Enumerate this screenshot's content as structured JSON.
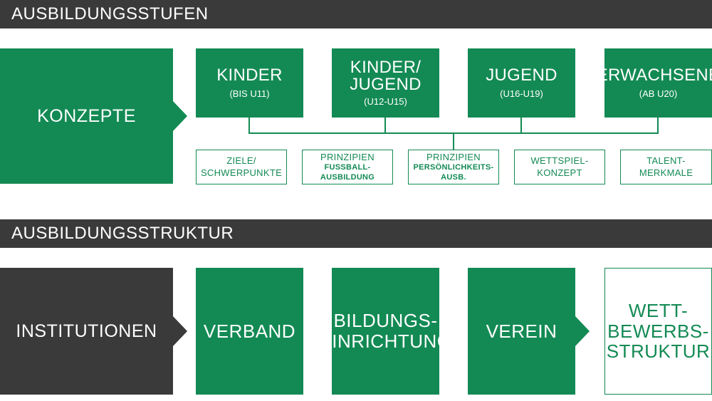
{
  "section1": {
    "header": "AUSBILDUNGSSTUFEN",
    "main_block": "KONZEPTE",
    "stages": [
      {
        "title": "KINDER",
        "sub": "(BIS U11)"
      },
      {
        "title": "KINDER/\nJUGEND",
        "sub": "(U12-U15)"
      },
      {
        "title": "JUGEND",
        "sub": "(U16-U19)"
      },
      {
        "title": "ERWACHSENE",
        "sub": "(AB U20)"
      }
    ],
    "concepts": [
      {
        "line1": "ZIELE/",
        "line2": "SCHWERPUNKTE"
      },
      {
        "line1": "PRINZIPIEN",
        "line2": "FUSSBALL-AUSBILDUNG"
      },
      {
        "line1": "PRINZIPIEN",
        "line2": "PERSÖNLICHKEITS-AUSB."
      },
      {
        "line1": "WETTSPIEL-",
        "line2": "KONZEPT"
      },
      {
        "line1": "TALENT-",
        "line2": "MERKMALE"
      }
    ]
  },
  "section2": {
    "header": "AUSBILDUNGSSTRUKTUR",
    "main_block": "INSTITUTIONEN",
    "institutions": [
      "VERBAND",
      "BILDUNGS-\nEINRICHTUNG",
      "VEREIN"
    ],
    "final_block": "WETT-\nBEWERBS-\nSTRUKTUR"
  },
  "colors": {
    "green": "#138a54",
    "dark": "#3a3a3a",
    "white": "#ffffff"
  }
}
